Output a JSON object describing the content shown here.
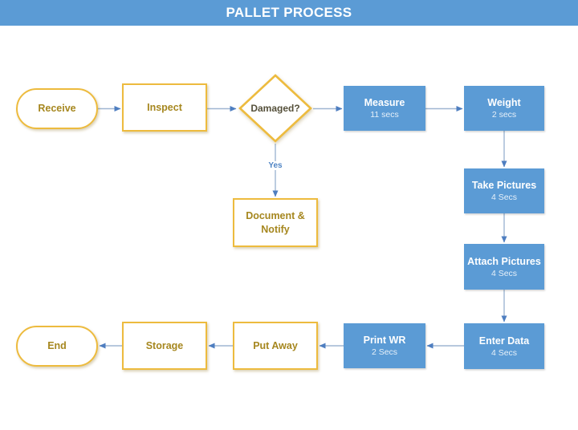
{
  "header": {
    "title": "PALLET PROCESS"
  },
  "nodes": {
    "receive": {
      "label": "Receive",
      "shape": "terminator"
    },
    "inspect": {
      "label": "Inspect",
      "shape": "process"
    },
    "damaged": {
      "label": "Damaged?",
      "shape": "decision"
    },
    "measure": {
      "label": "Measure",
      "duration": "11 secs",
      "shape": "process"
    },
    "weight": {
      "label": "Weight",
      "duration": "2 secs",
      "shape": "process"
    },
    "take_pictures": {
      "label": "Take Pictures",
      "duration": "4 Secs",
      "shape": "process"
    },
    "attach_pictures": {
      "label": "Attach Pictures",
      "duration": "4 Secs",
      "shape": "process"
    },
    "enter_data": {
      "label": "Enter Data",
      "duration": "4 Secs",
      "shape": "process"
    },
    "print_wr": {
      "label": "Print WR",
      "duration": "2 Secs",
      "shape": "process"
    },
    "put_away": {
      "label": "Put Away",
      "shape": "process"
    },
    "storage": {
      "label": "Storage",
      "shape": "process"
    },
    "end": {
      "label": "End",
      "shape": "terminator"
    },
    "document_notify": {
      "label": "Document & Notify",
      "shape": "process"
    }
  },
  "edges": {
    "yes_label": "Yes",
    "flow": [
      "receive->inspect",
      "inspect->damaged",
      "damaged->measure",
      "measure->weight",
      "damaged->document_notify(Yes)",
      "weight->take_pictures",
      "take_pictures->attach_pictures",
      "attach_pictures->enter_data",
      "enter_data->print_wr",
      "print_wr->put_away",
      "put_away->storage",
      "storage->end"
    ]
  },
  "colors": {
    "header_blue": "#5B9BD5",
    "process_blue": "#5B9BD5",
    "gold_border": "#EDBB3E",
    "gold_text": "#A6871F",
    "decision_text": "#55503A",
    "arrow_line": "#9FB6D2",
    "arrow_head": "#4E7EC0",
    "yes_label_blue": "#4F84C4"
  }
}
